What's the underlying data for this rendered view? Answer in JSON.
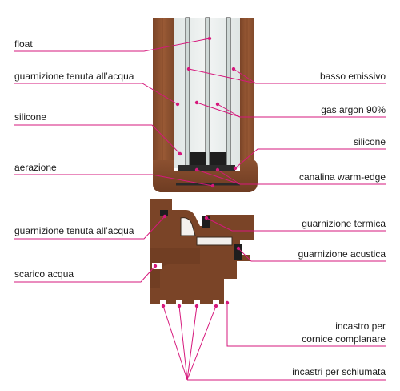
{
  "labels_left": [
    {
      "id": "float",
      "text": "float"
    },
    {
      "id": "guarnizione-tenuta-1",
      "text": "guarnizione tenuta all’acqua"
    },
    {
      "id": "silicone-left",
      "text": "silicone"
    },
    {
      "id": "aerazione",
      "text": "aerazione"
    },
    {
      "id": "guarnizione-tenuta-2",
      "text": "guarnizione tenuta all’acqua"
    },
    {
      "id": "scarico-acqua",
      "text": "scarico acqua"
    }
  ],
  "labels_right": [
    {
      "id": "basso-emissivo",
      "text": "basso emissivo"
    },
    {
      "id": "gas-argon",
      "text": "gas argon 90%"
    },
    {
      "id": "silicone-right",
      "text": "silicone"
    },
    {
      "id": "canalina",
      "text": "canalina warm-edge"
    },
    {
      "id": "guarnizione-termica",
      "text": "guarnizione termica"
    },
    {
      "id": "guarnizione-acustica",
      "text": "guarnizione acustica"
    },
    {
      "id": "incastro-line1",
      "text": "incastro per"
    },
    {
      "id": "incastro-line2",
      "text": "cornice complanare"
    },
    {
      "id": "incastri-schiumata",
      "text": "incastri per schiumata"
    }
  ],
  "colors": {
    "leader_line": "#d6187c",
    "wood_dark": "#7a4427",
    "wood_mid": "#9a5a35",
    "wood_light": "#b8794e",
    "glass": "#e6ebea",
    "spacer": "#1e1e1e"
  }
}
